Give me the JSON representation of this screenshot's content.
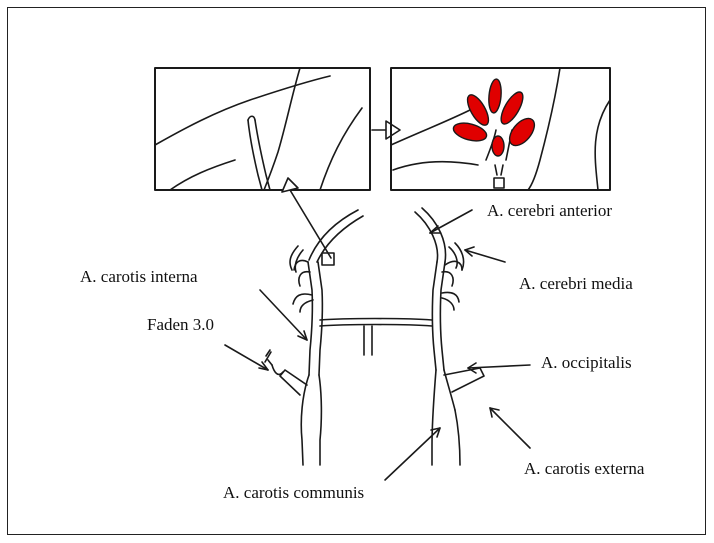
{
  "labels": {
    "cerebri_anterior": "A. cerebri anterior",
    "carotis_interna": "A. carotis interna",
    "cerebri_media": "A. cerebri media",
    "faden": "Faden 3.0",
    "occipitalis": "A. occipitalis",
    "carotis_externa": "A. carotis externa",
    "carotis_communis": "A. carotis communis"
  },
  "colors": {
    "ink": "#1a1a1a",
    "infarct": "#e00000"
  }
}
